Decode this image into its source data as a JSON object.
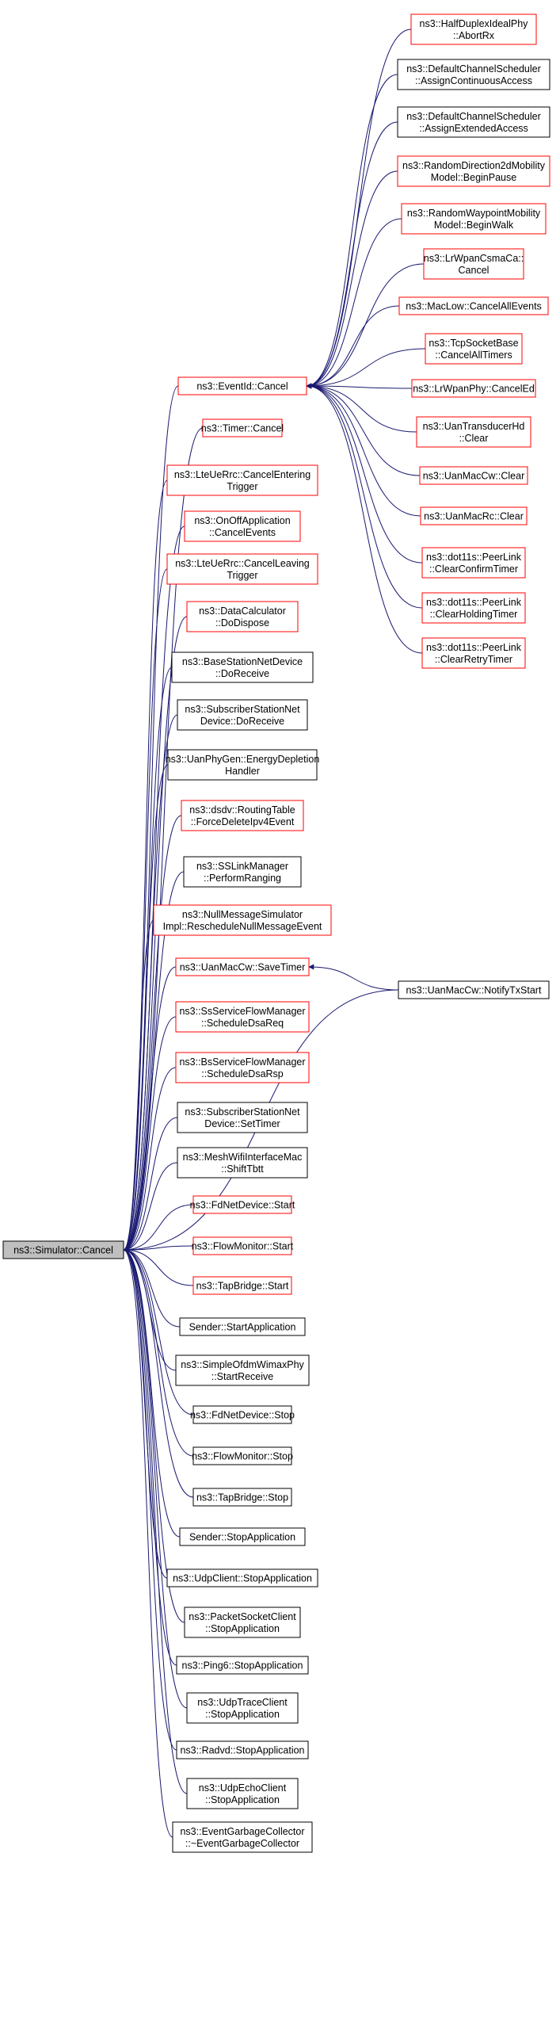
{
  "colors": {
    "edge": "#191970",
    "linked_border": "#ff0000",
    "plain_border": "#000000",
    "root_fill": "#bfbfbf",
    "node_fill": "#ffffff"
  },
  "root": {
    "lines": [
      "ns3::Simulator::Cancel"
    ]
  },
  "callers": [
    {
      "lines": [
        "ns3::EventId::Cancel"
      ],
      "linked": true
    },
    {
      "lines": [
        "ns3::Timer::Cancel"
      ],
      "linked": true
    },
    {
      "lines": [
        "ns3::LteUeRrc::CancelEntering",
        "Trigger"
      ],
      "linked": true
    },
    {
      "lines": [
        "ns3::OnOffApplication",
        "::CancelEvents"
      ],
      "linked": true
    },
    {
      "lines": [
        "ns3::LteUeRrc::CancelLeaving",
        "Trigger"
      ],
      "linked": true
    },
    {
      "lines": [
        "ns3::DataCalculator",
        "::DoDispose"
      ],
      "linked": true
    },
    {
      "lines": [
        "ns3::BaseStationNetDevice",
        "::DoReceive"
      ],
      "linked": false
    },
    {
      "lines": [
        "ns3::SubscriberStationNet",
        "Device::DoReceive"
      ],
      "linked": false
    },
    {
      "lines": [
        "ns3::UanPhyGen::EnergyDepletion",
        "Handler"
      ],
      "linked": false
    },
    {
      "lines": [
        "ns3::dsdv::RoutingTable",
        "::ForceDeleteIpv4Event"
      ],
      "linked": true
    },
    {
      "lines": [
        "ns3::SSLinkManager",
        "::PerformRanging"
      ],
      "linked": false
    },
    {
      "lines": [
        "ns3::NullMessageSimulator",
        "Impl::RescheduleNullMessageEvent"
      ],
      "linked": true
    },
    {
      "lines": [
        "ns3::UanMacCw::SaveTimer"
      ],
      "linked": true
    },
    {
      "lines": [
        "ns3::SsServiceFlowManager",
        "::ScheduleDsaReq"
      ],
      "linked": true
    },
    {
      "lines": [
        "ns3::BsServiceFlowManager",
        "::ScheduleDsaRsp"
      ],
      "linked": true
    },
    {
      "lines": [
        "ns3::SubscriberStationNet",
        "Device::SetTimer"
      ],
      "linked": false
    },
    {
      "lines": [
        "ns3::MeshWifiInterfaceMac",
        "::ShiftTbtt"
      ],
      "linked": false
    },
    {
      "lines": [
        "ns3::FdNetDevice::Start"
      ],
      "linked": true
    },
    {
      "lines": [
        "ns3::FlowMonitor::Start"
      ],
      "linked": true
    },
    {
      "lines": [
        "ns3::TapBridge::Start"
      ],
      "linked": true
    },
    {
      "lines": [
        "Sender::StartApplication"
      ],
      "linked": false
    },
    {
      "lines": [
        "ns3::SimpleOfdmWimaxPhy",
        "::StartReceive"
      ],
      "linked": false
    },
    {
      "lines": [
        "ns3::FdNetDevice::Stop"
      ],
      "linked": false
    },
    {
      "lines": [
        "ns3::FlowMonitor::Stop"
      ],
      "linked": false
    },
    {
      "lines": [
        "ns3::TapBridge::Stop"
      ],
      "linked": false
    },
    {
      "lines": [
        "Sender::StopApplication"
      ],
      "linked": false
    },
    {
      "lines": [
        "ns3::UdpClient::StopApplication"
      ],
      "linked": false
    },
    {
      "lines": [
        "ns3::PacketSocketClient",
        "::StopApplication"
      ],
      "linked": false
    },
    {
      "lines": [
        "ns3::Ping6::StopApplication"
      ],
      "linked": false
    },
    {
      "lines": [
        "ns3::UdpTraceClient",
        "::StopApplication"
      ],
      "linked": false
    },
    {
      "lines": [
        "ns3::Radvd::StopApplication"
      ],
      "linked": false
    },
    {
      "lines": [
        "ns3::UdpEchoClient",
        "::StopApplication"
      ],
      "linked": false
    },
    {
      "lines": [
        "ns3::EventGarbageCollector",
        "::~EventGarbageCollector"
      ],
      "linked": false
    }
  ],
  "event_cancel_callers": [
    {
      "lines": [
        "ns3::HalfDuplexIdealPhy",
        "::AbortRx"
      ],
      "linked": true
    },
    {
      "lines": [
        "ns3::DefaultChannelScheduler",
        "::AssignContinuousAccess"
      ],
      "linked": false
    },
    {
      "lines": [
        "ns3::DefaultChannelScheduler",
        "::AssignExtendedAccess"
      ],
      "linked": false
    },
    {
      "lines": [
        "ns3::RandomDirection2dMobility",
        "Model::BeginPause"
      ],
      "linked": true
    },
    {
      "lines": [
        "ns3::RandomWaypointMobility",
        "Model::BeginWalk"
      ],
      "linked": true
    },
    {
      "lines": [
        "ns3::LrWpanCsmaCa::",
        "Cancel"
      ],
      "linked": true
    },
    {
      "lines": [
        "ns3::MacLow::CancelAllEvents"
      ],
      "linked": true
    },
    {
      "lines": [
        "ns3::TcpSocketBase",
        "::CancelAllTimers"
      ],
      "linked": true
    },
    {
      "lines": [
        "ns3::LrWpanPhy::CancelEd"
      ],
      "linked": true
    },
    {
      "lines": [
        "ns3::UanTransducerHd",
        "::Clear"
      ],
      "linked": true
    },
    {
      "lines": [
        "ns3::UanMacCw::Clear"
      ],
      "linked": true
    },
    {
      "lines": [
        "ns3::UanMacRc::Clear"
      ],
      "linked": true
    },
    {
      "lines": [
        "ns3::dot11s::PeerLink",
        "::ClearConfirmTimer"
      ],
      "linked": true
    },
    {
      "lines": [
        "ns3::dot11s::PeerLink",
        "::ClearHoldingTimer"
      ],
      "linked": true
    },
    {
      "lines": [
        "ns3::dot11s::PeerLink",
        "::ClearRetryTimer"
      ],
      "linked": true
    }
  ],
  "save_timer_callers": [
    {
      "lines": [
        "ns3::UanMacCw::NotifyTxStart"
      ],
      "linked": false
    }
  ]
}
